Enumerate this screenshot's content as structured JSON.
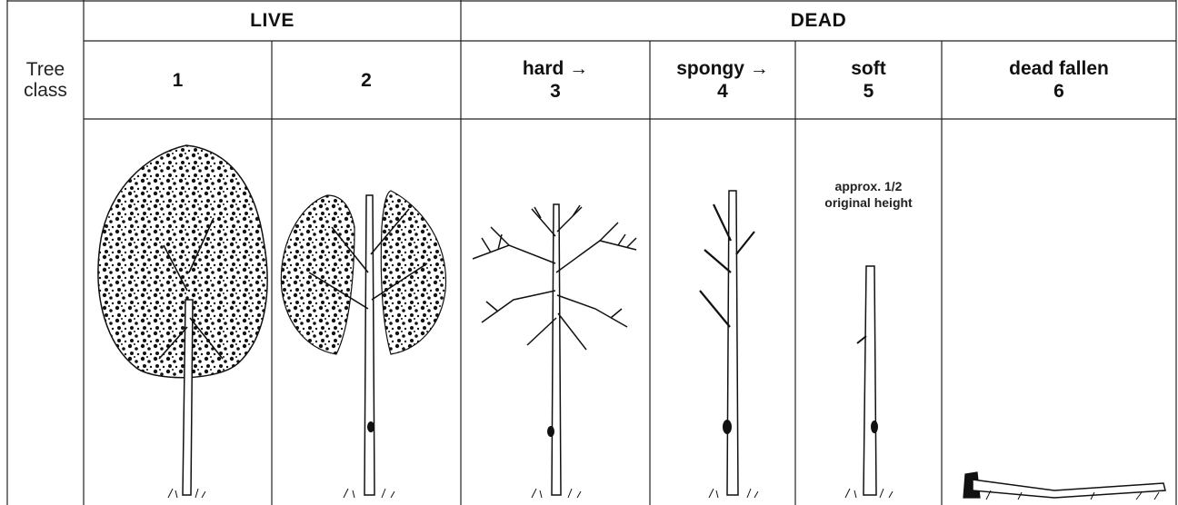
{
  "row_label": {
    "line1": "Tree",
    "line2": "class"
  },
  "groups": {
    "live": "LIVE",
    "dead": "DEAD"
  },
  "classes": [
    {
      "descriptor": "",
      "number": "1"
    },
    {
      "descriptor": "",
      "number": "2"
    },
    {
      "descriptor": "hard →",
      "number": "3"
    },
    {
      "descriptor": "spongy →",
      "number": "4"
    },
    {
      "descriptor": "soft",
      "number": "5"
    },
    {
      "descriptor": "dead fallen",
      "number": "6"
    }
  ],
  "annotation": {
    "line1": "approx. 1/2",
    "line2": "original height"
  },
  "illustrations": [
    "full-leafy-tree",
    "partially-leafed-tree",
    "bare-branched-tree",
    "broken-snag-with-few-branches",
    "short-broken-snag",
    "fallen-log"
  ]
}
